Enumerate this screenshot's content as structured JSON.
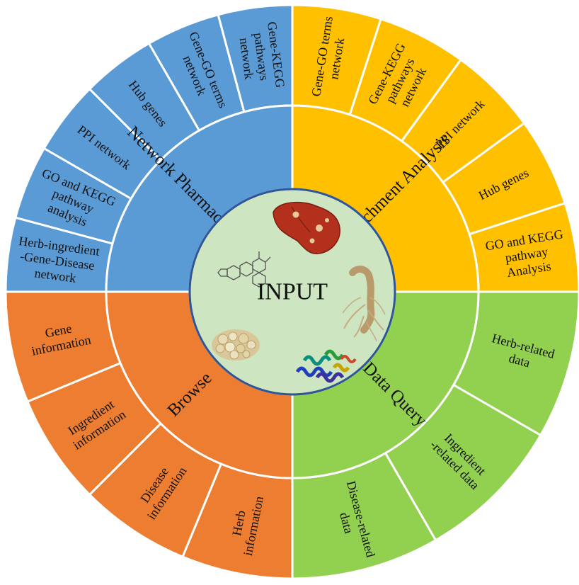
{
  "center": {
    "title": "INPUT",
    "fill": "#cde5c1",
    "stroke": "#2f5597",
    "icons": [
      "liver-organ-icon",
      "ginseng-root-icon",
      "protein-structure-icon",
      "herbal-slices-icon",
      "chemical-structure-icon"
    ]
  },
  "quadrants": [
    {
      "id": "network-pharmacology",
      "title": "Network Pharmacology",
      "color": "#5b9bd5",
      "items": [
        [
          "Herb-ingredient",
          "-Gene-Disease",
          "network"
        ],
        [
          "GO and KEGG",
          "pathway",
          "analysis"
        ],
        [
          "PPI network"
        ],
        [
          "Hub genes"
        ],
        [
          "Gene-GO terms",
          "network"
        ],
        [
          "Gene-KEGG",
          "pathways",
          "network"
        ]
      ]
    },
    {
      "id": "enrichment-analysis",
      "title": "Enrichment Analysis",
      "color": "#ffc000",
      "items": [
        [
          "Gene-GO terms",
          "network"
        ],
        [
          "Gene-KEGG",
          "pathways",
          "network"
        ],
        [
          "PPI network"
        ],
        [
          "Hub genes"
        ],
        [
          "GO and KEGG",
          "pathway",
          "Analysis"
        ]
      ]
    },
    {
      "id": "data-query",
      "title": "Data Query",
      "color": "#92d050",
      "items": [
        [
          "Herb-related",
          "data"
        ],
        [
          "Ingredient",
          "-related data"
        ],
        [
          "Disease-related",
          "data"
        ]
      ]
    },
    {
      "id": "browse",
      "title": "Browse",
      "color": "#ed7d31",
      "items": [
        [
          "Herb",
          "information"
        ],
        [
          "Disease",
          "information"
        ],
        [
          "Ingredient",
          "information"
        ],
        [
          "Gene",
          "information"
        ]
      ]
    }
  ]
}
